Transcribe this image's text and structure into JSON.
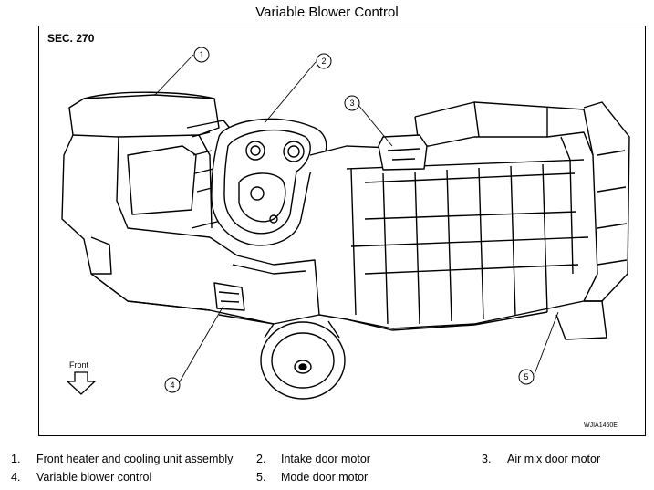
{
  "title": "Variable Blower Control",
  "section": "SEC. 270",
  "figure_code": "WJIA1460E",
  "front_label": "Front",
  "callouts": [
    "1",
    "2",
    "3",
    "4",
    "5"
  ],
  "legend": [
    {
      "num": "1.",
      "text": "Front heater and cooling unit assembly"
    },
    {
      "num": "2.",
      "text": "Intake door motor"
    },
    {
      "num": "3.",
      "text": "Air mix door motor"
    },
    {
      "num": "4.",
      "text": "Variable blower control"
    },
    {
      "num": "5.",
      "text": "Mode door motor"
    }
  ]
}
